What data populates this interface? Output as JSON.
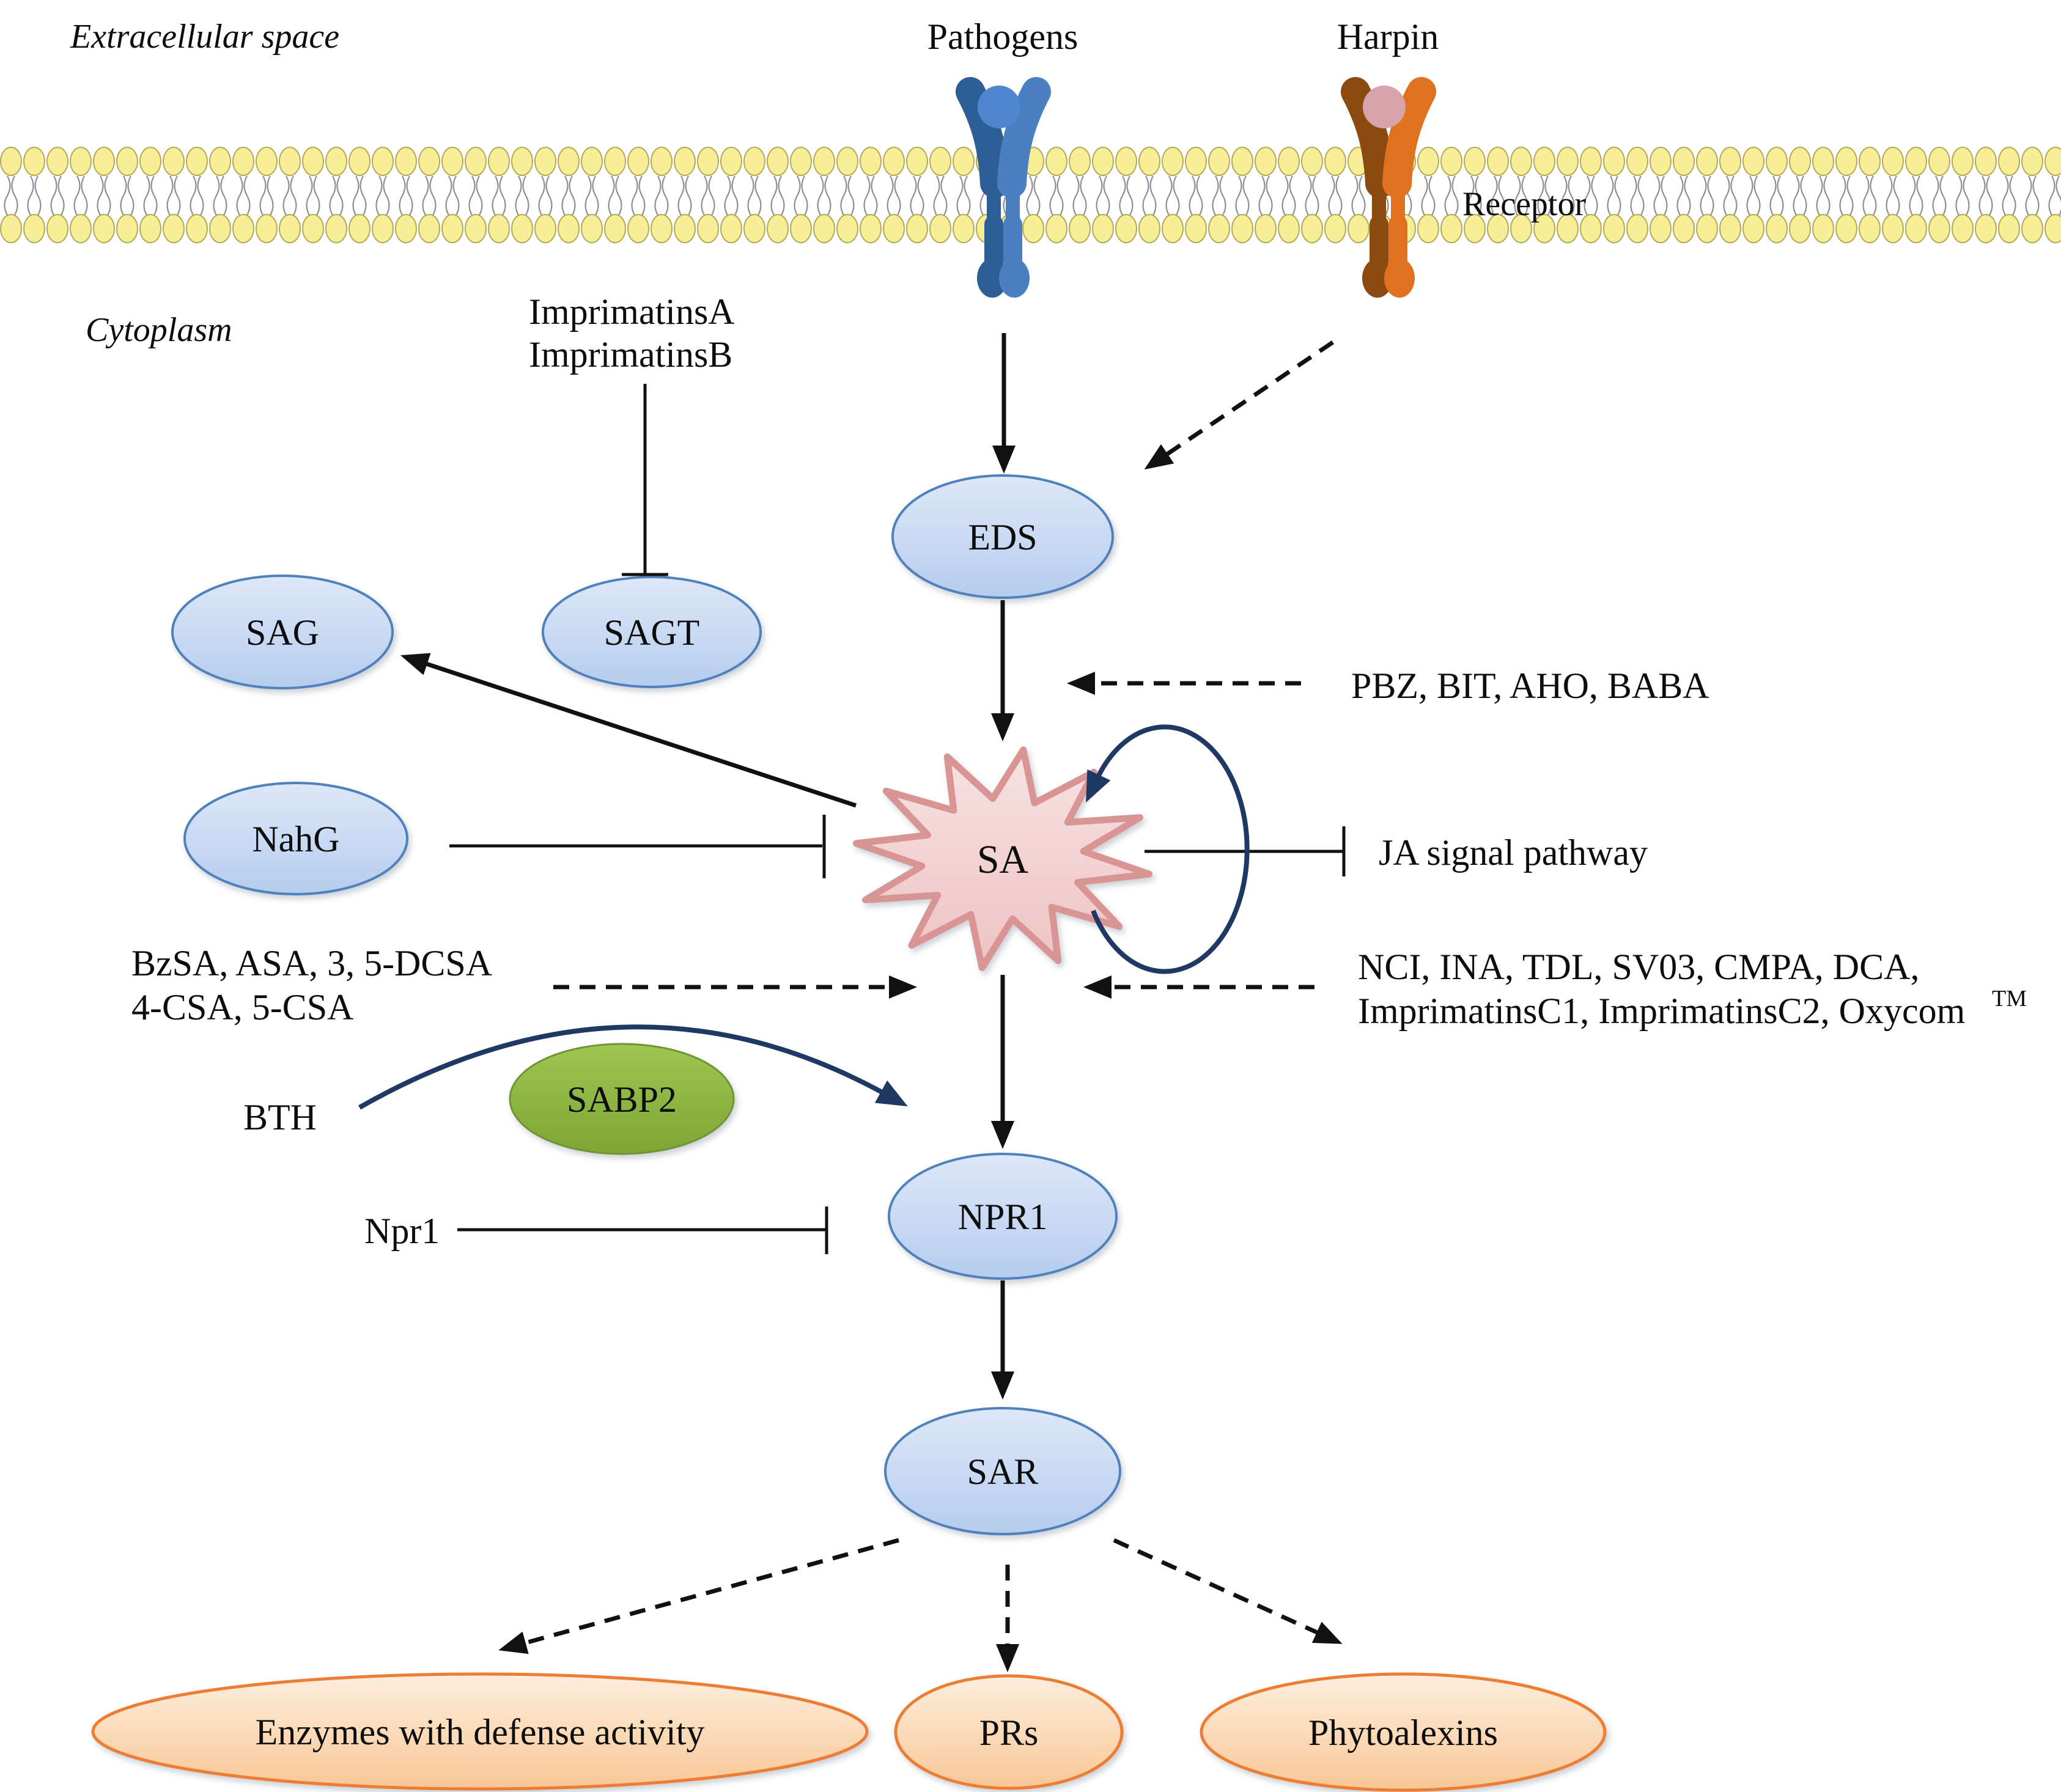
{
  "regions": {
    "extracellular": "Extracellular space",
    "cytoplasm": "Cytoplasm"
  },
  "membrane": {
    "receptor_label": "Receptor",
    "pathogen_ligand": "Pathogens",
    "harpin_ligand": "Harpin"
  },
  "nodes": {
    "eds": "EDS",
    "sag": "SAG",
    "sagt": "SAGT",
    "nahg": "NahG",
    "sa": "SA",
    "sabp2": "SABP2",
    "npr1": "NPR1",
    "sar": "SAR",
    "enzymes": "Enzymes with defense activity",
    "prs": "PRs",
    "phytoalexins": "Phytoalexins"
  },
  "annotations": {
    "imprimatins_a": "ImprimatinsA",
    "imprimatins_b": "ImprimatinsB",
    "pbz_list": "PBZ, BIT, AHO, BABA",
    "ja_pathway": "JA signal pathway",
    "nci_list_line1": "NCI, INA, TDL, SV03, CMPA, DCA,",
    "nci_list_line2": "ImprimatinsC1, ImprimatinsC2, Oxycom",
    "oxycom_tm": "TM",
    "sa_analogs_line1": "BzSA, ASA, 3, 5-DCSA",
    "sa_analogs_line2": "4-CSA, 5-CSA",
    "bth": "BTH",
    "npr1_inhibitor": "Npr1"
  },
  "colors": {
    "label_blue": "#2a5a98",
    "node_blue_border": "#4f81bd",
    "node_blue_fill_top": "#dde8f7",
    "node_blue_fill_bottom": "#b5ccee",
    "orange_border": "#ed7d31",
    "orange_fill_top": "#fdeede",
    "orange_fill_bottom": "#f8c695",
    "star_border": "#d99594",
    "star_fill_top": "#f7e2e2",
    "star_fill_bottom": "#eec3c3",
    "green_fill_top": "#9dc653",
    "green_fill_bottom": "#7da634",
    "navy": "#1f3864",
    "membrane_head_fill": "#f8ee96",
    "membrane_head_stroke": "#b3a95a",
    "receptor_blue_dark": "#2e5e96",
    "receptor_blue_light": "#4a7fc1",
    "receptor_ball_blue": "#4f86d0",
    "receptor_orange_dark": "#8a4a10",
    "receptor_orange_light": "#e0711f",
    "receptor_ball_pink": "#d8a3ab"
  }
}
